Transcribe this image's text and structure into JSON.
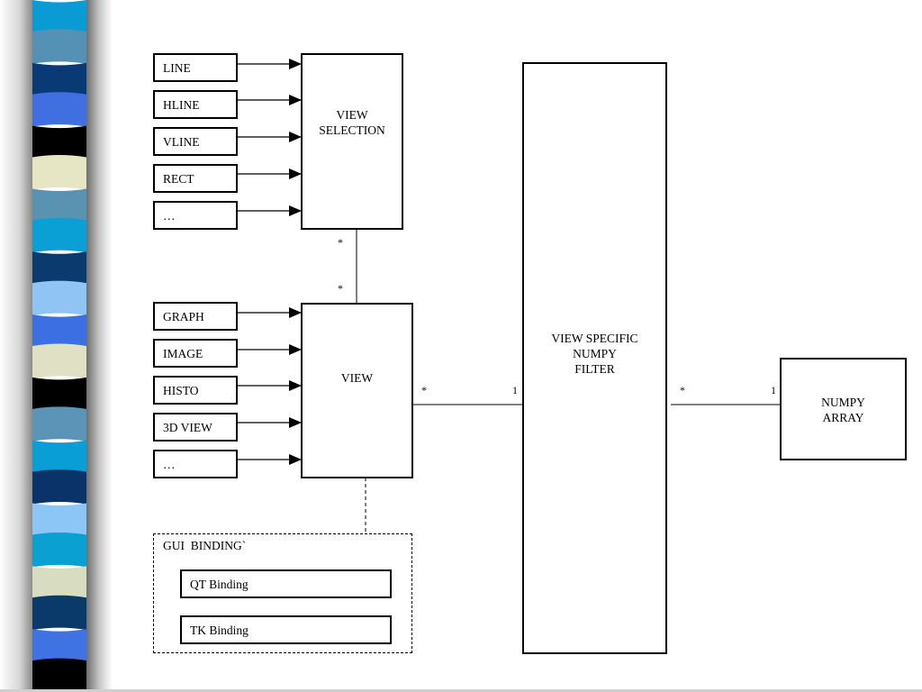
{
  "decoration": {
    "stripe_colors": [
      "#0b9bd4",
      "#5591b5",
      "#0a3a75",
      "#3f6fe0",
      "#000000",
      "#e6e6c4",
      "#5a92b2",
      "#0aa0d5",
      "#0a3a6e",
      "#8fc4f5",
      "#3c6fe2",
      "#e0e0c4",
      "#000000",
      "#5b94b6",
      "#0a9ed6",
      "#0a3369",
      "#8cc6f6",
      "#0aa0d2",
      "#d8dcc0",
      "#0a3a6a",
      "#3f72e2",
      "#000000"
    ]
  },
  "selection_shapes": [
    "LINE",
    "HLINE",
    "VLINE",
    "RECT",
    "…"
  ],
  "view_types": [
    "GRAPH",
    "IMAGE",
    "HISTO",
    "3D VIEW",
    "…"
  ],
  "boxes": {
    "view_selection": "VIEW\nSELECTION",
    "view": "VIEW",
    "filter": "VIEW SPECIFIC\nNUMPY\nFILTER",
    "numpy_array": "NUMPY\nARRAY"
  },
  "gui_binding": {
    "title": "GUI  BINDING`",
    "items": [
      "QT Binding",
      "TK Binding"
    ]
  },
  "multiplicities": {
    "selection_view_top": "*",
    "selection_view_bottom": "*",
    "view_filter_left": "*",
    "view_filter_right": "1",
    "filter_array_left": "*",
    "filter_array_right": "1"
  },
  "colors": {
    "line": "#000000",
    "background": "#ffffff"
  }
}
